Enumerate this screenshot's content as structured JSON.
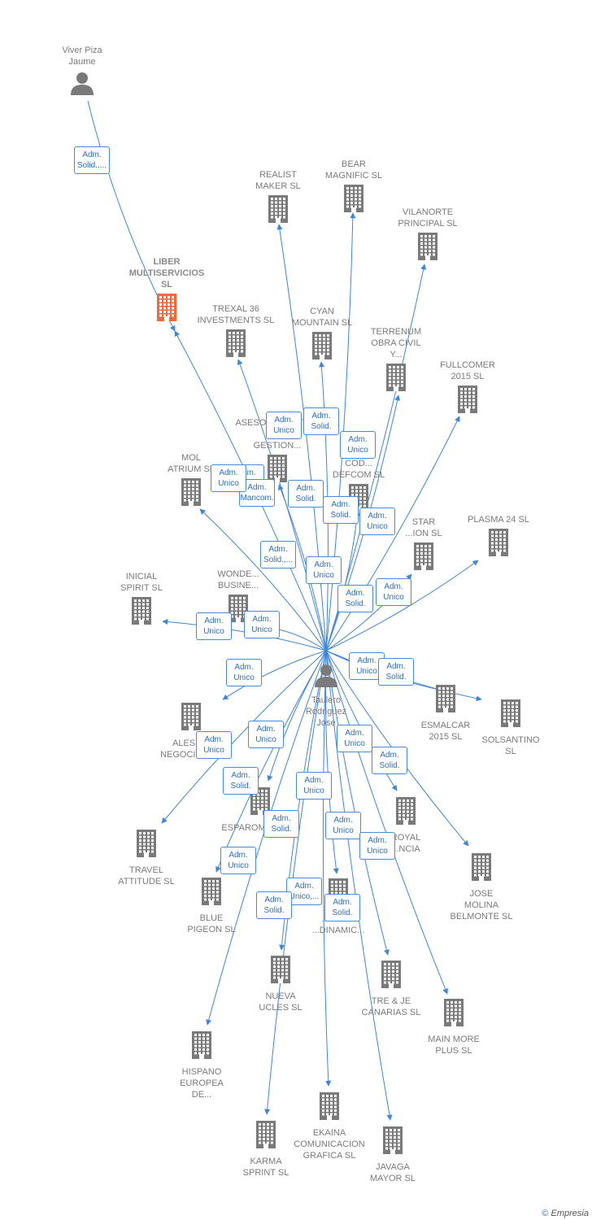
{
  "colors": {
    "edge": "#3f86d9",
    "building": "#7a7a7a",
    "building_highlight": "#f26a3b",
    "person": "#7a7a7a"
  },
  "nodes": [
    {
      "id": "viver",
      "type": "person",
      "label": "Viver Piza\nJaume"
    },
    {
      "id": "taulero",
      "type": "person",
      "label": "Taulero\nRodriguez\nJose"
    },
    {
      "id": "liber",
      "type": "company",
      "highlight": true,
      "label": "LIBER\nMULTISERVICIOS\nSL"
    },
    {
      "id": "realist",
      "type": "company",
      "label": "REALIST\nMAKER SL"
    },
    {
      "id": "bear",
      "type": "company",
      "label": "BEAR\nMAGNIFIC SL"
    },
    {
      "id": "vilanorte",
      "type": "company",
      "label": "VILANORTE\nPRINCIPAL SL"
    },
    {
      "id": "trexal",
      "type": "company",
      "label": "TREXAL 36\nINVESTMENTS SL"
    },
    {
      "id": "cyan",
      "type": "company",
      "label": "CYAN\nMOUNTAIN SL"
    },
    {
      "id": "terrenum",
      "type": "company",
      "label": "TERRENUM\nOBRA CIVIL\nY..."
    },
    {
      "id": "fullcomer",
      "type": "company",
      "label": "FULLCOMER\n2015 SL"
    },
    {
      "id": "asesoramientos",
      "type": "company",
      "label": "ASESORAMIENTOS\nY\nGESTION..."
    },
    {
      "id": "mol",
      "type": "company",
      "label": "MOL\nATRIUM SL"
    },
    {
      "id": "coddefcom",
      "type": "company",
      "label": "COD...\nDEFCOM SL"
    },
    {
      "id": "star",
      "type": "company",
      "label": "STAR\n...ION SL"
    },
    {
      "id": "plasma",
      "type": "company",
      "label": "PLASMA 24 SL"
    },
    {
      "id": "inicial",
      "type": "company",
      "label": "INICIAL\nSPIRIT SL"
    },
    {
      "id": "wonder",
      "type": "company",
      "label": "WONDE...\nBUSINE..."
    },
    {
      "id": "alessia",
      "type": "company",
      "label": "ALESSIA\nNEGOCIOS SL"
    },
    {
      "id": "esmalcar",
      "type": "company",
      "label": "ESMALCAR\n2015 SL"
    },
    {
      "id": "solsantino",
      "type": "company",
      "label": "SOLSANTINO\nSL"
    },
    {
      "id": "esparomcem",
      "type": "company",
      "label": "ESPAROMCEM SL"
    },
    {
      "id": "royal",
      "type": "company",
      "label": "ROYAL\n...NCIA"
    },
    {
      "id": "travel",
      "type": "company",
      "label": "TRAVEL\nATTITUDE SL"
    },
    {
      "id": "jose",
      "type": "company",
      "label": "JOSE\nMOLINA\nBELMONTE SL"
    },
    {
      "id": "blue",
      "type": "company",
      "label": "BLUE\nPIGEON SL"
    },
    {
      "id": "dinamic",
      "type": "company",
      "label": "...IMIE...\n...DINAMIC..."
    },
    {
      "id": "nueva",
      "type": "company",
      "label": "NUEVA\nUCLES SL"
    },
    {
      "id": "tre",
      "type": "company",
      "label": "TRE & JE\nCANARIAS SL"
    },
    {
      "id": "mainmore",
      "type": "company",
      "label": "MAIN MORE\nPLUS SL"
    },
    {
      "id": "hispano",
      "type": "company",
      "label": "HISPANO\nEUROPEA\nDE..."
    },
    {
      "id": "ekaina",
      "type": "company",
      "label": "EKAINA\nCOMUNICACION\nGRAFICA SL"
    },
    {
      "id": "karma",
      "type": "company",
      "label": "KARMA\nSPRINT SL"
    },
    {
      "id": "javaga",
      "type": "company",
      "label": "JAVAGA\nMAYOR SL"
    }
  ],
  "edges": [
    {
      "from": "viver",
      "to": "liber",
      "label": "Adm.\nSolid.,..."
    },
    {
      "from": "taulero",
      "to": "liber",
      "label": "Adm.\nSolid."
    },
    {
      "from": "taulero",
      "to": "realist",
      "label": "Adm.\nUnico"
    },
    {
      "from": "taulero",
      "to": "bear",
      "label": "Adm.\nSolid."
    },
    {
      "from": "taulero",
      "to": "vilanorte",
      "label": "Adm.\nUnico"
    },
    {
      "from": "taulero",
      "to": "trexal",
      "label": "Adm.\nMancom."
    },
    {
      "from": "taulero",
      "to": "cyan",
      "label": "Adm.\nSolid."
    },
    {
      "from": "taulero",
      "to": "terrenum",
      "label": "Adm.\nSolid."
    },
    {
      "from": "taulero",
      "to": "fullcomer",
      "label": "Adm.\nUnico"
    },
    {
      "from": "taulero",
      "to": "asesoramientos",
      "label": "Adm.\nSolid.,..."
    },
    {
      "from": "taulero",
      "to": "mol",
      "label": "Adm.\nUnico"
    },
    {
      "from": "taulero",
      "to": "coddefcom",
      "label": "Adm.\nUnico"
    },
    {
      "from": "taulero",
      "to": "star",
      "label": "Adm.\nSolid."
    },
    {
      "from": "taulero",
      "to": "plasma",
      "label": "Adm.\nUnico"
    },
    {
      "from": "taulero",
      "to": "inicial",
      "label": "Adm.\nUnico"
    },
    {
      "from": "taulero",
      "to": "wonder",
      "label": "Adm.\nUnico"
    },
    {
      "from": "taulero",
      "to": "alessia",
      "label": "Adm.\nUnico"
    },
    {
      "from": "taulero",
      "to": "esmalcar",
      "label": "Adm.\nUnico"
    },
    {
      "from": "taulero",
      "to": "solsantino",
      "label": "Adm.\nSolid."
    },
    {
      "from": "taulero",
      "to": "esparomcem",
      "label": "Adm.\nUnico"
    },
    {
      "from": "taulero",
      "to": "royal",
      "label": "Adm.\nUnico"
    },
    {
      "from": "taulero",
      "to": "travel",
      "label": "Adm.\nUnico"
    },
    {
      "from": "taulero",
      "to": "jose",
      "label": "Adm.\nSolid."
    },
    {
      "from": "taulero",
      "to": "blue",
      "label": "Adm.\nSolid."
    },
    {
      "from": "taulero",
      "to": "dinamic",
      "label": "Adm.\nUnico"
    },
    {
      "from": "taulero",
      "to": "nueva",
      "label": "Adm.\nSolid."
    },
    {
      "from": "taulero",
      "to": "tre",
      "label": "Adm.\nUnico"
    },
    {
      "from": "taulero",
      "to": "mainmore",
      "label": "Adm.\nUnico"
    },
    {
      "from": "taulero",
      "to": "hispano",
      "label": "Adm.\nUnico"
    },
    {
      "from": "taulero",
      "to": "ekaina",
      "label": "Adm.\nUnico,..."
    },
    {
      "from": "taulero",
      "to": "karma",
      "label": "Adm.\nSolid."
    },
    {
      "from": "taulero",
      "to": "javaga",
      "label": "Adm.\nSolid."
    }
  ],
  "footer": {
    "copyright": "©",
    "brand": "Empresia"
  }
}
